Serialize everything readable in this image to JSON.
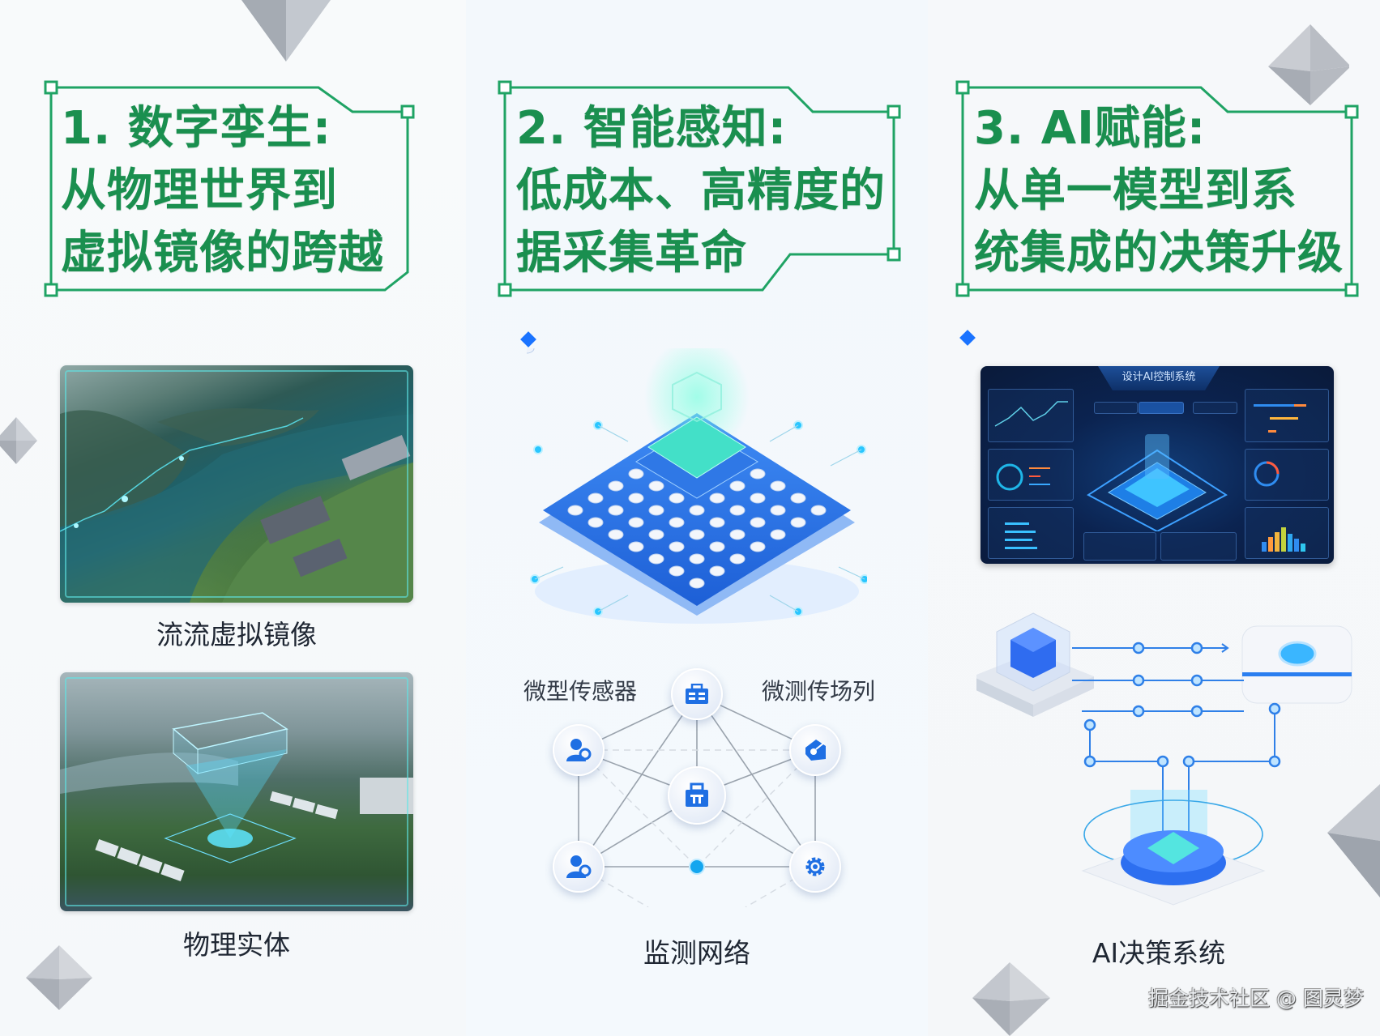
{
  "columns": [
    {
      "heading": {
        "line1": "1. 数字孪生:",
        "line2": "从物理世界到",
        "line3": "虚拟镜像的跨越"
      },
      "images": [
        {
          "name": "virtual-mirror-aerial",
          "caption": "流流虚拟镜像"
        },
        {
          "name": "physical-entity-hologram",
          "caption": "物理实体"
        }
      ]
    },
    {
      "heading": {
        "line1": "2. 智能感知:",
        "line2": "低成本、高精度的",
        "line3": "据采集革命"
      },
      "illustration": "sensor-chip-array",
      "network": {
        "label_top_left": "微型传感器",
        "label_top_right": "微测传场列",
        "caption": "监测网络",
        "nodes": [
          "toolbox-icon",
          "user-support-icon",
          "tag-icon",
          "briefcase-icon",
          "user-support-icon",
          "gear-icon"
        ]
      }
    },
    {
      "heading": {
        "line1": "3. AI赋能:",
        "line2": "从单一模型到系",
        "line3": "统集成的决策升级"
      },
      "dashboard": {
        "title": "设计AI控制系统"
      },
      "illustration": "ai-decision-system",
      "caption": "AI决策系统"
    }
  ],
  "watermark": "掘金技术社区 @ 图灵梦",
  "colors": {
    "heading_green": "#1a8f4f",
    "frame_green": "#1fa364",
    "accent_blue": "#1a73ff",
    "caption_dark": "#1f2733"
  }
}
